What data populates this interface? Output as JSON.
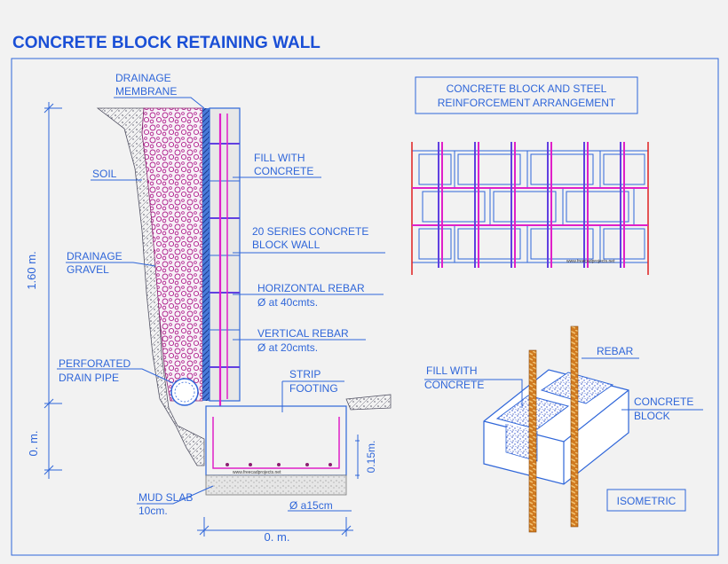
{
  "title": "CONCRETE BLOCK RETAINING WALL",
  "section": {
    "drainage_membrane": [
      "DRAINAGE",
      "MEMBRANE"
    ],
    "soil": "SOIL",
    "drainage_gravel": [
      "DRAINAGE",
      "GRAVEL"
    ],
    "perforated_pipe": [
      "PERFORATED",
      "DRAIN PIPE"
    ],
    "fill_concrete": [
      "FILL WITH",
      "CONCRETE"
    ],
    "block_wall": [
      "20 SERIES CONCRETE",
      "BLOCK WALL"
    ],
    "horizontal_rebar": [
      "HORIZONTAL REBAR",
      "Ø at 40cmts."
    ],
    "vertical_rebar": [
      "VERTICAL REBAR",
      "Ø at 20cmts."
    ],
    "strip_footing": [
      "STRIP",
      "FOOTING"
    ],
    "mud_slab": [
      "MUD SLAB",
      "10cm."
    ],
    "bar_spacing": "Ø a15cm",
    "dim_height": "1.60 m.",
    "dim_left": "0. m.",
    "dim_footing_depth": "0.15m.",
    "dim_width": "0. m.",
    "watermark": "www.freecadprojects.net"
  },
  "elevation": {
    "title": [
      "CONCRETE BLOCK AND STEEL",
      "REINFORCEMENT ARRANGEMENT"
    ],
    "watermark": "www.freecadprojects.net"
  },
  "isometric": {
    "rebar": "REBAR",
    "fill_concrete": [
      "FILL WITH",
      "CONCRETE"
    ],
    "concrete_block": [
      "CONCRETE",
      "BLOCK"
    ],
    "label": "ISOMETRIC"
  },
  "colors": {
    "line_blue": "#2f66d9",
    "dark_blue": "#1a4fd6",
    "magenta": "#e020c8",
    "red": "#e02020",
    "purple": "#6040e0"
  }
}
